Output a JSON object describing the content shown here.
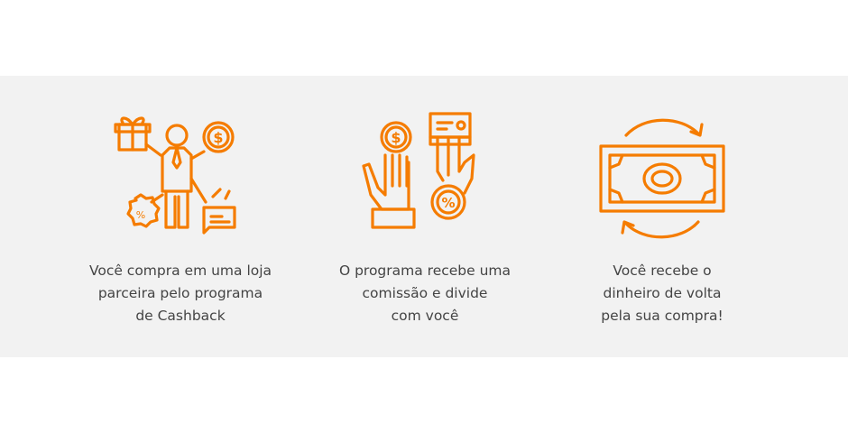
{
  "accent_color": "#f57c00",
  "steps": [
    {
      "icon": "shopper-gift-coin-icon",
      "lines": [
        "Você compra em uma loja",
        "parceira pelo programa",
        "de Cashback"
      ]
    },
    {
      "icon": "coin-exchange-hands-icon",
      "lines": [
        "O programa recebe uma",
        "comissão e divide",
        "com você"
      ]
    },
    {
      "icon": "banknote-cycle-icon",
      "lines": [
        "Você recebe o",
        "dinheiro de volta",
        "pela sua compra!"
      ]
    }
  ]
}
